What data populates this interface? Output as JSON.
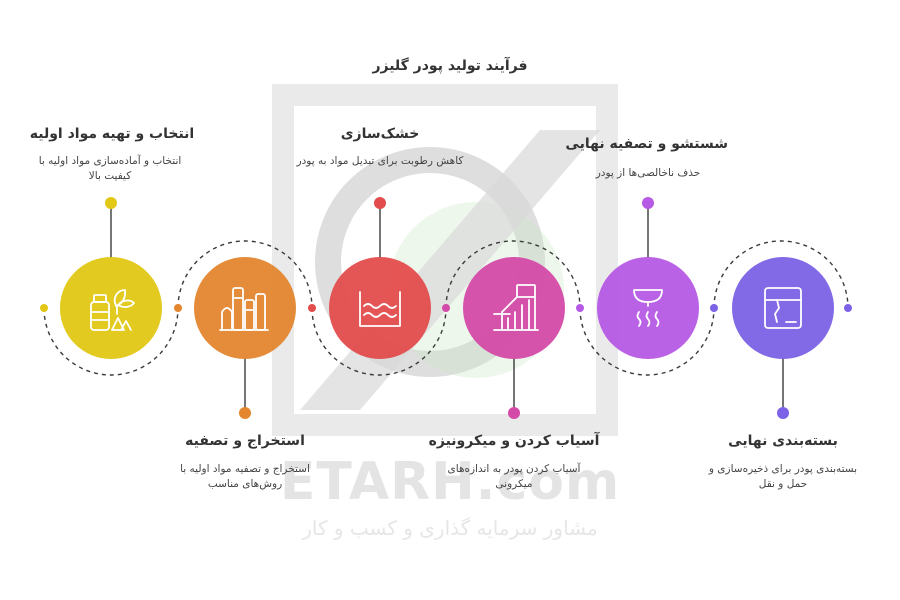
{
  "title": "فرآیند تولید پودر گلیزر",
  "watermark": {
    "brand": "ETARH.com",
    "tagline": "مشاور سرمایه گذاری و کسب و کار"
  },
  "steps": [
    {
      "title": "انتخاب و تهیه مواد اولیه",
      "desc": "انتخاب و آماده‌سازی مواد اولیه با کیفیت بالا",
      "color": "#e2c714",
      "icon": "raw-materials-icon"
    },
    {
      "title": "استخراج و تصفیه",
      "desc": "استخراج و تصفیه مواد اولیه با روش‌های مناسب",
      "color": "#e3862e",
      "icon": "factory-icon"
    },
    {
      "title": "خشک‌سازی",
      "desc": "کاهش رطوبت برای تبدیل مواد به پودر",
      "color": "#e34c4c",
      "icon": "water-waves-icon"
    },
    {
      "title": "آسیاب کردن و میکرونیزه",
      "desc": "آسیاب کردن پودر به اندازه‌های میکرونی",
      "color": "#d44aa8",
      "icon": "grinding-mill-icon"
    },
    {
      "title": "شستشو و تصفیه نهایی",
      "desc": "حذف ناخالصی‌ها از پودر",
      "color": "#b65ae5",
      "icon": "washing-icon"
    },
    {
      "title": "بسته‌بندی نهایی",
      "desc": "بسته‌بندی پودر برای ذخیره‌سازی و حمل و نقل",
      "color": "#7b62e6",
      "icon": "box-icon"
    }
  ]
}
